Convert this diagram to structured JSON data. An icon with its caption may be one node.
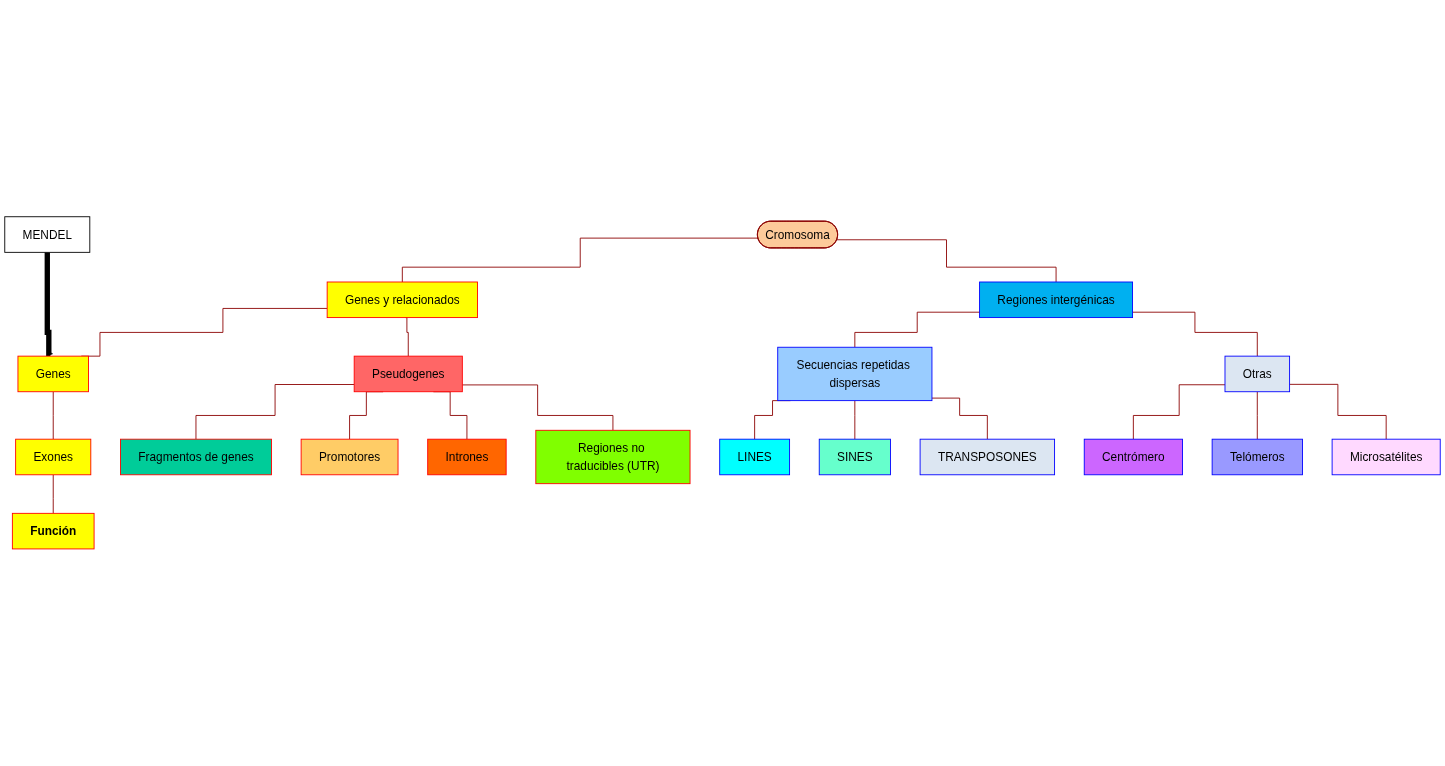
{
  "diagram": {
    "nodes": [
      {
        "text": [
          "Cromosoma"
        ]
      },
      {
        "text": [
          "MENDEL"
        ]
      },
      {
        "text": [
          "Genes y relacionados"
        ]
      },
      {
        "text": [
          "Regiones intergénicas"
        ]
      },
      {
        "text": [
          "Genes"
        ]
      },
      {
        "text": [
          "Exones"
        ]
      },
      {
        "text": [
          "Función"
        ]
      },
      {
        "text": [
          "Pseudogenes"
        ]
      },
      {
        "text": [
          "Fragmentos de genes"
        ]
      },
      {
        "text": [
          "Promotores"
        ]
      },
      {
        "text": [
          "Intrones"
        ]
      },
      {
        "text": [
          "Regiones no traducibles (UTR)"
        ]
      },
      {
        "text": [
          "Secuencias repetidas dispersas"
        ]
      },
      {
        "text": [
          "LINES"
        ]
      },
      {
        "text": [
          "SINES"
        ]
      },
      {
        "text": [
          "TRANSPOSONES"
        ]
      },
      {
        "text": [
          "Otras"
        ]
      },
      {
        "text": [
          "Centrómero"
        ]
      },
      {
        "text": [
          "Telómeros"
        ]
      },
      {
        "text": [
          "Microsatélites"
        ]
      }
    ],
    "edges": [
      {
        "from": 0,
        "to": 2,
        "arrow": "none"
      },
      {
        "from": 0,
        "to": 3,
        "arrow": "none"
      },
      {
        "from": 1,
        "to": 4,
        "arrow": "to",
        "style": "thick",
        "color": "#000000"
      },
      {
        "from": 2,
        "to": 4,
        "arrow": "none"
      },
      {
        "from": 2,
        "to": 7,
        "arrow": "none"
      },
      {
        "from": 4,
        "to": 5,
        "arrow": "none"
      },
      {
        "from": 5,
        "to": 6,
        "arrow": "none"
      },
      {
        "from": 7,
        "to": 8,
        "arrow": "none"
      },
      {
        "from": 7,
        "to": 9,
        "arrow": "none"
      },
      {
        "from": 7,
        "to": 10,
        "arrow": "none"
      },
      {
        "from": 7,
        "to": 11,
        "arrow": "none"
      },
      {
        "from": 3,
        "to": 12,
        "arrow": "none"
      },
      {
        "from": 3,
        "to": 16,
        "arrow": "none"
      },
      {
        "from": 12,
        "to": 13,
        "arrow": "none"
      },
      {
        "from": 12,
        "to": 14,
        "arrow": "none"
      },
      {
        "from": 12,
        "to": 15,
        "arrow": "none"
      },
      {
        "from": 16,
        "to": 17,
        "arrow": "none"
      },
      {
        "from": 16,
        "to": 18,
        "arrow": "none"
      },
      {
        "from": 16,
        "to": 19,
        "arrow": "none"
      }
    ]
  }
}
